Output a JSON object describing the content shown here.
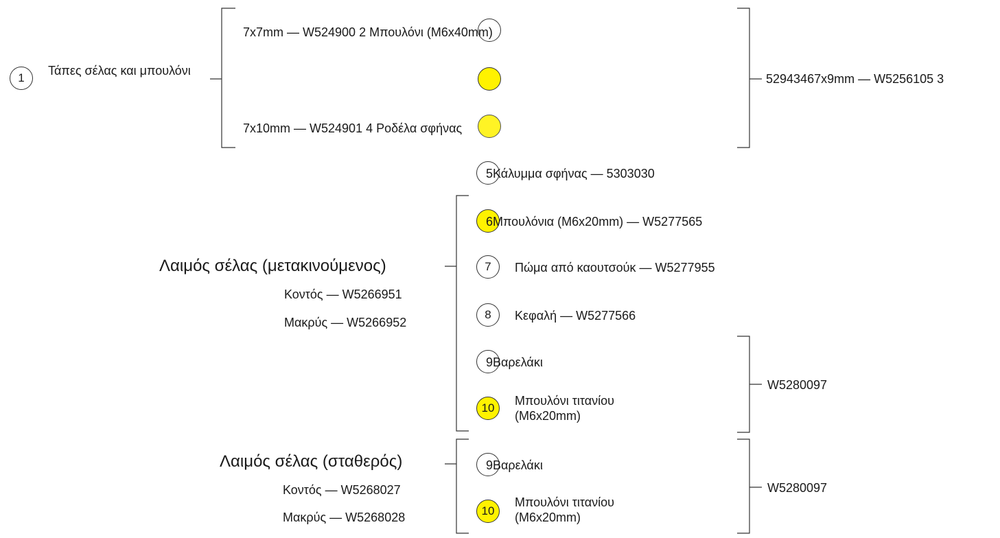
{
  "diagram": {
    "group1": {
      "number": "1",
      "label": "Τάπες σέλας και μπουλόνι",
      "items": {
        "bolt_line": "7x7mm —  W524900 2 Μπουλόνι (M6x40mm)",
        "washer_line": "7x10mm — W524901 4 Ροδέλα σφήνας"
      },
      "side_label": "52943467x9mm — W5256105 3"
    },
    "item5": {
      "number": "5",
      "label": "Κάλυμμα σφήνας — 5303030"
    },
    "movable": {
      "title": "Λαιμός σέλας (μετακινούμενος)",
      "short": "Κοντός —  W5266951",
      "long": "Μακρύς —  W5266952",
      "items": [
        {
          "number": "6",
          "label": "Μπουλόνια (M6x20mm) —  W5277565"
        },
        {
          "number": "7",
          "label": "Πώμα από καουτσούκ — W5277955"
        },
        {
          "number": "8",
          "label": "Κεφαλή — W5277566"
        },
        {
          "number": "9",
          "label": "Βαρελάκι"
        },
        {
          "number": "10",
          "label": "Μπουλόνι τιτανίου (M6x20mm)"
        }
      ],
      "side_label": "W5280097"
    },
    "fixed": {
      "title": "Λαιμός σέλας (σταθερός)",
      "short": "Κοντός —  W5268027",
      "long": "Μακρύς —  W5268028",
      "items": [
        {
          "number": "9",
          "label": "Βαρελάκι"
        },
        {
          "number": "10",
          "label": "Μπουλόνι τιτανίου (M6x20mm)"
        }
      ],
      "side_label": "W5280097"
    },
    "colors": {
      "highlight": "#fff200",
      "line": "#333333"
    }
  }
}
